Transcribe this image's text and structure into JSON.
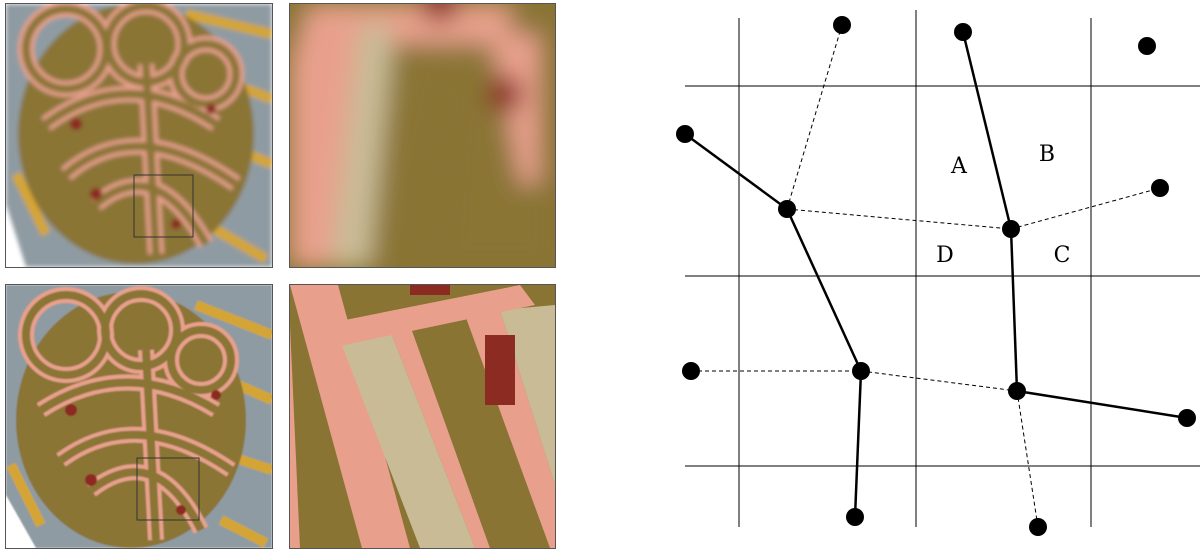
{
  "colors": {
    "olive": "#8a7434",
    "pink": "#e8a08c",
    "beige": "#c9bb96",
    "gray": "#8f9ba2",
    "dark_red": "#8c2b22",
    "gold": "#d4a536"
  },
  "panels": [
    {
      "name": "knot-blurry-overview",
      "description_icon": "celtic-knot-texture-icon"
    },
    {
      "name": "knot-blurry-zoom",
      "description_icon": "zoomed-texture-icon"
    },
    {
      "name": "knot-sharp-overview",
      "description_icon": "celtic-knot-texture-icon"
    },
    {
      "name": "knot-sharp-zoom",
      "description_icon": "zoomed-texture-icon"
    }
  ],
  "diagram": {
    "cell_labels": [
      "A",
      "B",
      "C",
      "D"
    ]
  }
}
